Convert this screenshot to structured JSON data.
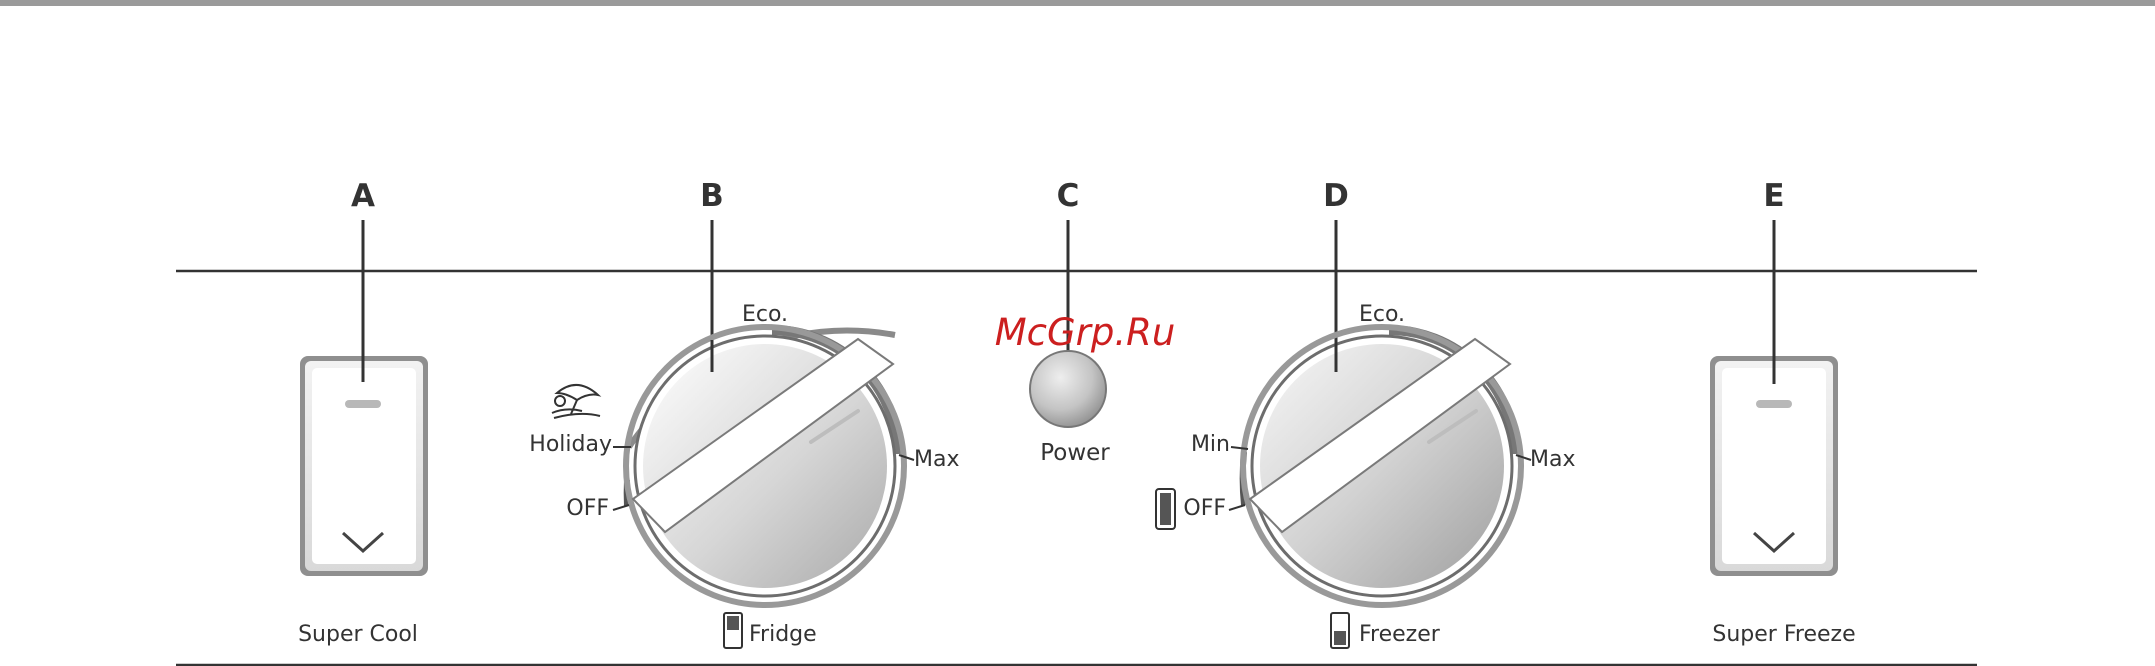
{
  "callouts": {
    "a": "A",
    "b": "B",
    "c": "C",
    "d": "D",
    "e": "E"
  },
  "super_cool": {
    "label": "Super Cool",
    "icon": "chevron-down-icon"
  },
  "super_freeze": {
    "label": "Super Freeze",
    "icon": "chevron-down-icon"
  },
  "fridge_dial": {
    "eco": "Eco.",
    "max": "Max",
    "holiday": "Holiday",
    "off": "OFF",
    "label": "Fridge",
    "holiday_icon": "beach-umbrella-icon"
  },
  "power": {
    "label": "Power"
  },
  "freezer_dial": {
    "eco": "Eco.",
    "max": "Max",
    "min": "Min",
    "off": "OFF",
    "label": "Freezer"
  },
  "watermark": {
    "text": "McGrp.Ru",
    "color": "#cc1f1f"
  }
}
